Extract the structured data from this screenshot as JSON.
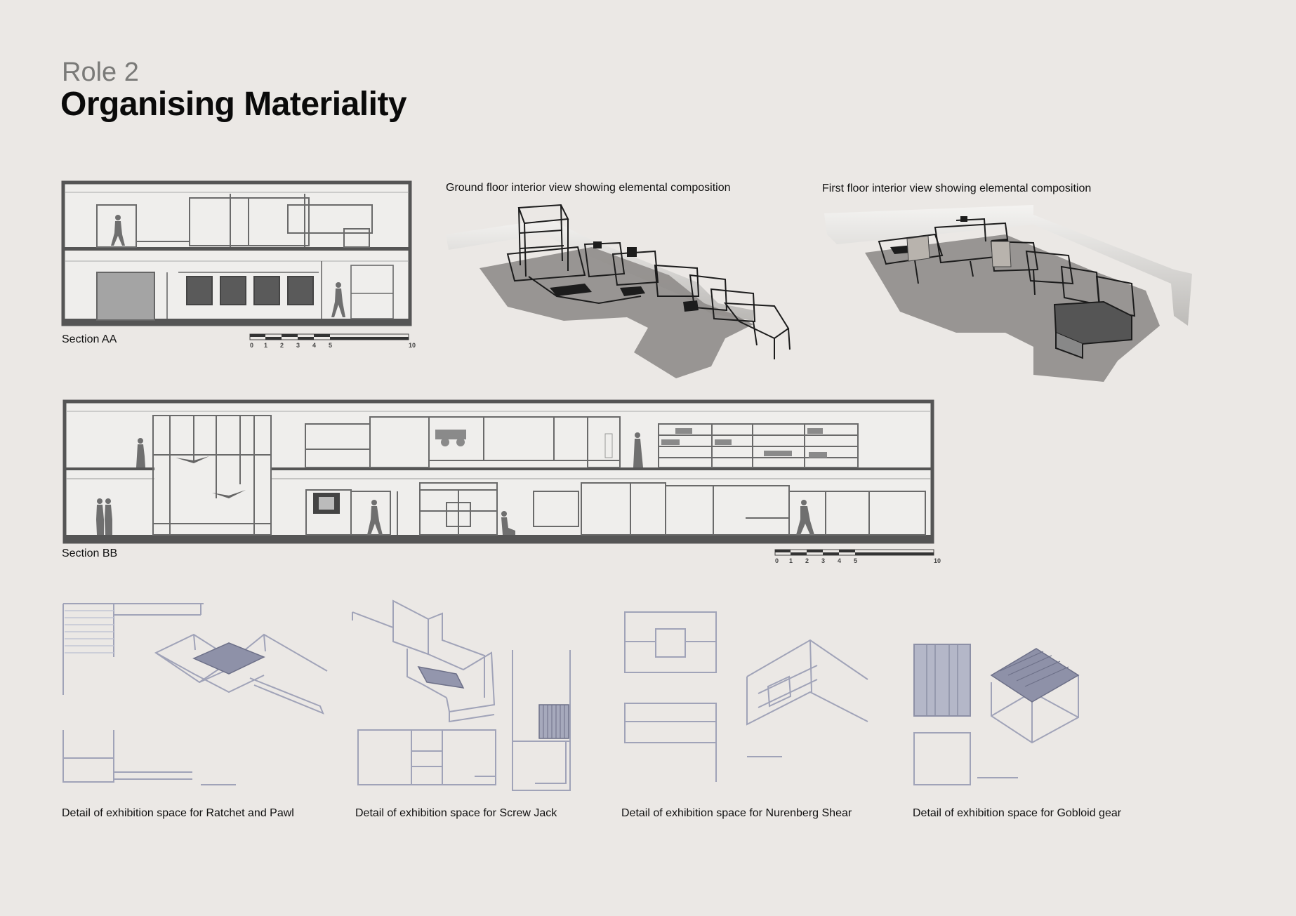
{
  "header": {
    "subtitle": "Role 2",
    "title": "Organising Materiality"
  },
  "captions": {
    "section_aa": "Section AA",
    "ground_floor": "Ground floor interior view showing elemental composition",
    "first_floor": "First floor interior view showing elemental composition",
    "section_bb": "Section BB",
    "detail_ratchet": "Detail of exhibition space for Ratchet and Pawl",
    "detail_screw": "Detail of exhibition space for Screw Jack",
    "detail_nurenberg": "Detail of exhibition space for Nurenberg Shear",
    "detail_gobloid": "Detail of exhibition space for Gobloid gear"
  },
  "scale_bar": {
    "labels": [
      "0",
      "1",
      "2",
      "3",
      "4",
      "5",
      "10"
    ]
  },
  "colors": {
    "background": "#ebe8e5",
    "section_line": "#555555",
    "detail_line": "#a0a3b8",
    "shadow": "#8f8c89"
  }
}
